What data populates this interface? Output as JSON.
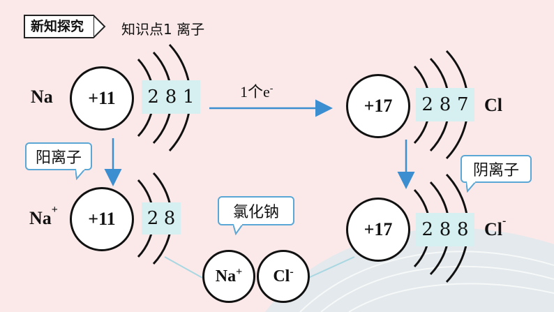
{
  "header": {
    "tag": "新知探究",
    "subtitle": "知识点1  离子"
  },
  "sodium_atom": {
    "symbol": "Na",
    "nucleus": "+11",
    "shells": [
      "2",
      "8",
      "1"
    ]
  },
  "transfer": {
    "label": "1个e",
    "sup": "-"
  },
  "chlorine_atom": {
    "symbol": "Cl",
    "nucleus": "+17",
    "shells": [
      "2",
      "8",
      "7"
    ]
  },
  "sodium_ion": {
    "symbol": "Na",
    "charge": "+",
    "nucleus": "+11",
    "shells": [
      "2",
      "8"
    ],
    "callout": "阳离子"
  },
  "chloride_ion": {
    "symbol": "Cl",
    "charge": "-",
    "nucleus": "+17",
    "shells": [
      "2",
      "8",
      "8"
    ],
    "callout": "阴离子"
  },
  "compound": {
    "label": "氯化钠",
    "cation": "Na",
    "cation_charge": "+",
    "anion": "Cl",
    "anion_charge": "-"
  },
  "colors": {
    "background": "#fbe9e9",
    "shell_box": "#d6f0f1",
    "arrow": "#3b8ed0",
    "callout_border": "#5aa7d6"
  }
}
